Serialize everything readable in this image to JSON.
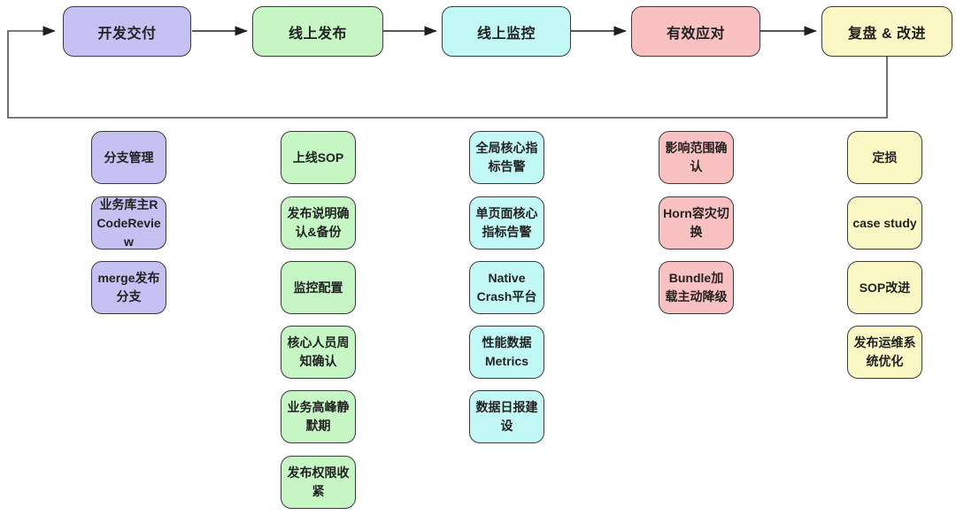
{
  "colors": {
    "background": "#ffffff",
    "node_border": "#3a3a3a",
    "connector": "#1f1f1f",
    "loop_line": "#4f4f4f",
    "text": "#222222"
  },
  "stages": [
    {
      "label": "开发交付",
      "fill": "#c5c2f3",
      "items": [
        "分支管理",
        "业务库主R CodeReview",
        "merge发布分支"
      ]
    },
    {
      "label": "线上发布",
      "fill": "#c5f6c4",
      "items": [
        "上线SOP",
        "发布说明确认&备份",
        "监控配置",
        "核心人员周知确认",
        "业务高峰静默期",
        "发布权限收紧"
      ]
    },
    {
      "label": "线上监控",
      "fill": "#c2f8f5",
      "items": [
        "全局核心指标告警",
        "单页面核心指标告警",
        "Native Crash平台",
        "性能数据Metrics",
        "数据日报建设"
      ]
    },
    {
      "label": "有效应对",
      "fill": "#fac1c3",
      "items": [
        "影响范围确认",
        "Horn容灾切换",
        "Bundle加载主动降级"
      ]
    },
    {
      "label": "复盘 & 改进",
      "fill": "#fbf8c5",
      "items": [
        "定损",
        "case study",
        "SOP改进",
        "发布运维系统优化"
      ]
    }
  ]
}
